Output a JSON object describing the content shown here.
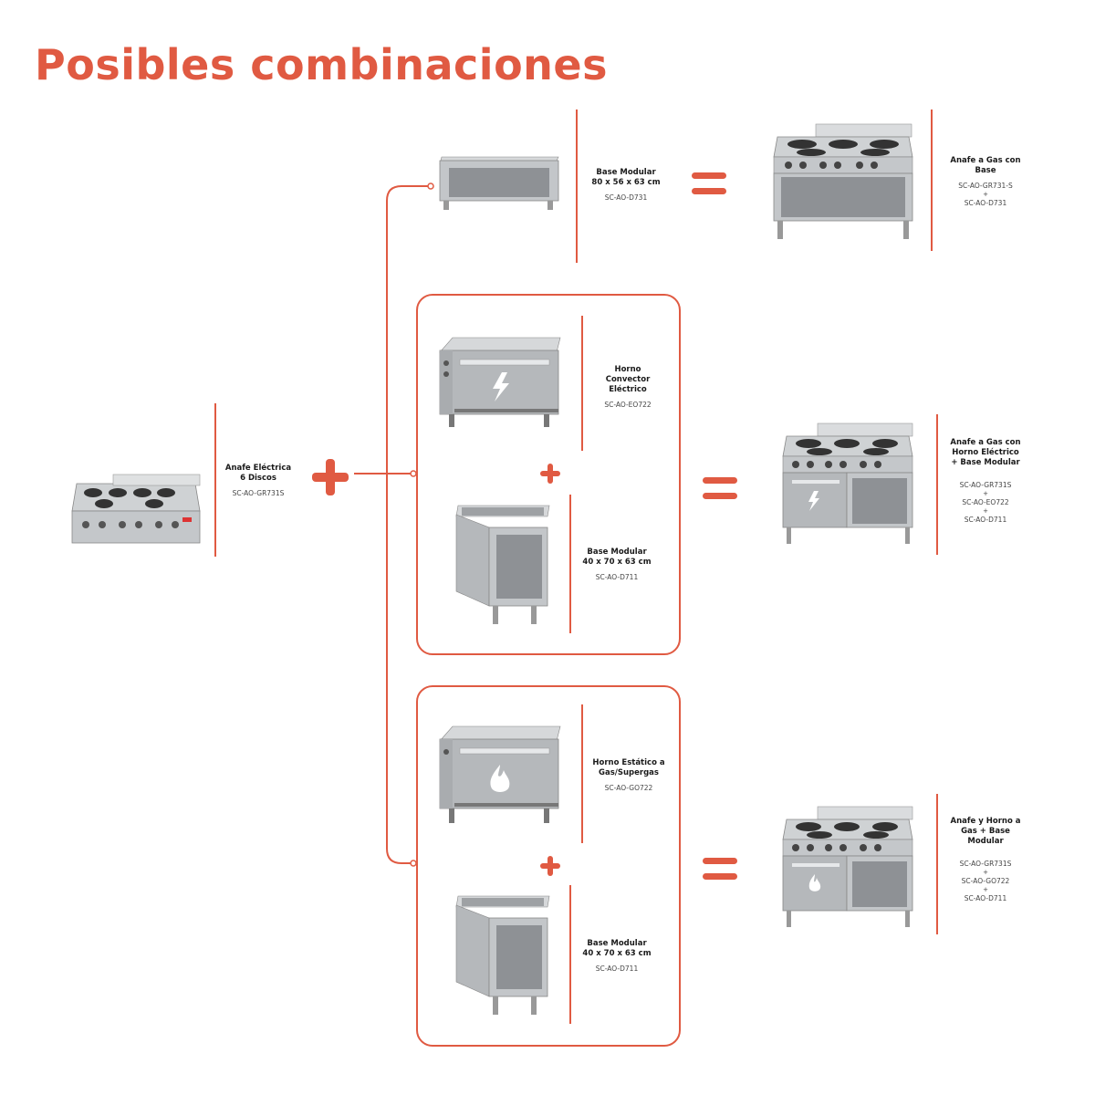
{
  "title": "Posibles combinaciones",
  "colors": {
    "accent": "#e05a42",
    "steel": "#b9bcbf",
    "steel_dark": "#8d9094"
  },
  "source": {
    "name": "Anafe Eléctrica\n6 Discos",
    "code": "SC-AO-GR731S"
  },
  "options": {
    "base_80": {
      "name": "Base Modular\n80 x 56 x 63 cm",
      "code": "SC-AO-D731"
    },
    "horno_electrico": {
      "name": "Horno\nConvector\nEléctrico",
      "code": "SC-AO-EO722",
      "icon": "lightning-icon"
    },
    "base_40_a": {
      "name": "Base Modular\n40 x 70 x 63 cm",
      "code": "SC-AO-D711"
    },
    "horno_gas": {
      "name": "Horno Estático a\nGas/Supergas",
      "code": "SC-AO-GO722",
      "icon": "flame-icon"
    },
    "base_40_b": {
      "name": "Base Modular\n40 x 70 x 63 cm",
      "code": "SC-AO-D711"
    }
  },
  "results": {
    "r1": {
      "name": "Anafe a Gas con\nBase",
      "code1": "SC-AO-GR731-S",
      "plus": "+",
      "code2": "SC-AO-D731"
    },
    "r2": {
      "name": "Anafe a Gas con\nHorno Eléctrico\n+ Base Modular",
      "code1": "SC-AO-GR731S",
      "plus1": "+",
      "code2": "SC-AO-EO722",
      "plus2": "+",
      "code3": "SC-AO-D711"
    },
    "r3": {
      "name": "Anafe y Horno a\nGas + Base\nModular",
      "code1": "SC-AO-GR731S",
      "plus1": "+",
      "code2": "SC-AO-GO722",
      "plus2": "+",
      "code3": "SC-AO-D711"
    }
  }
}
